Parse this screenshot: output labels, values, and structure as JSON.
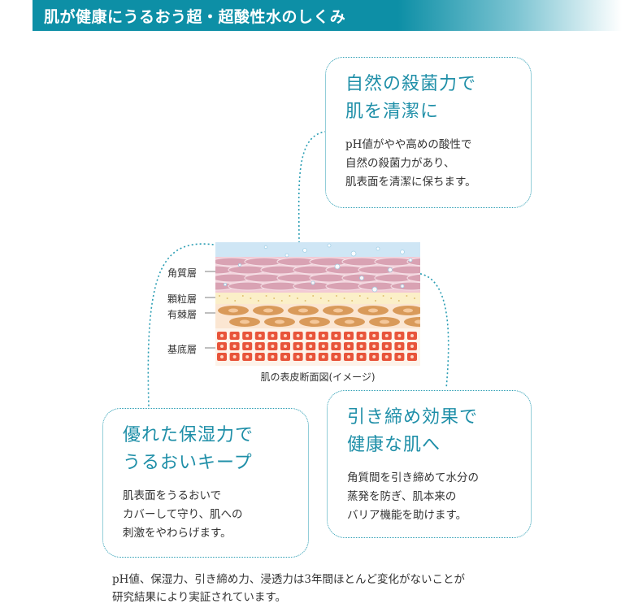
{
  "header": {
    "title": "肌が健康にうるおう超・超酸性水のしくみ"
  },
  "diagram": {
    "caption": "肌の表皮断面図(イメージ)",
    "layers": [
      "角質層",
      "顆粒層",
      "有棘層",
      "基底層"
    ]
  },
  "callouts": {
    "sterilize": {
      "title_lines": [
        "自然の殺菌力で",
        "肌を清潔に"
      ],
      "body_lines": [
        "pH値がやや高めの酸性で",
        "自然の殺菌力があり、",
        "肌表面を清潔に保ちます。"
      ]
    },
    "moisture": {
      "title_lines": [
        "優れた保湿力で",
        "うるおいキープ"
      ],
      "body_lines": [
        "肌表面をうるおいで",
        "カバーして守り、肌への",
        "刺激をやわらげます。"
      ]
    },
    "tightening": {
      "title_lines": [
        "引き締め効果で",
        "健康な肌へ"
      ],
      "body_lines": [
        "角質間を引き締めて水分の",
        "蒸発を防ぎ、肌本来の",
        "バリア機能を助けます。"
      ]
    }
  },
  "footnote": {
    "lines": [
      "pH値、保湿力、引き締め力、浸透力は3年間ほとんど変化がないことが",
      "研究結果により実証されています。"
    ]
  },
  "colors": {
    "accent": "#1f8fa8",
    "banner": "#0d8fa6",
    "stratum_corneum": "#d9a2b3",
    "granular": "#fbefc8",
    "spinous": "#d99a5a",
    "basal": "#e8543a"
  }
}
